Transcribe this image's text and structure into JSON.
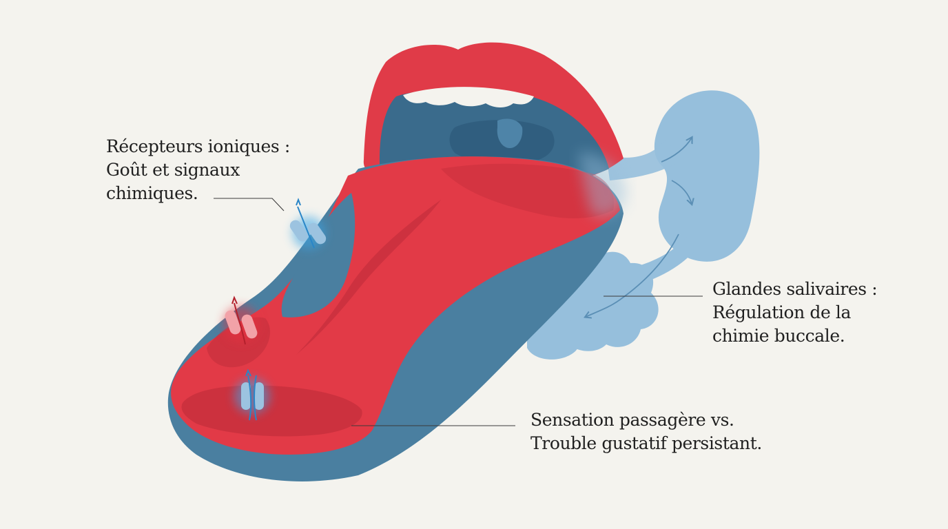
{
  "labels": {
    "receptors": {
      "lines": [
        "Récepteurs ioniques :",
        "Goût et signaux",
        "chimiques."
      ]
    },
    "glands": {
      "lines": [
        "Glandes salivaires :",
        "Régulation de la",
        "chimie buccale."
      ]
    },
    "sensation": {
      "lines": [
        "Sensation passagère vs.",
        "Trouble gustatif persistant."
      ]
    }
  },
  "colors": {
    "background": "#f4f3ee",
    "lip_red": "#e03b48",
    "tongue_red": "#e23a47",
    "tongue_dark_red": "#c8303d",
    "tongue_blue": "#4a7fa0",
    "mouth_dark": "#3a6b8c",
    "gland_blue": "#96bfdc",
    "receptor_blue": "#3aa6e6",
    "receptor_red": "#e8323f",
    "text": "#1f1f1f"
  },
  "icons": [
    "ion-channel-receptor-icon",
    "salivary-gland-icon",
    "saliva-flow-arrow-icon"
  ]
}
